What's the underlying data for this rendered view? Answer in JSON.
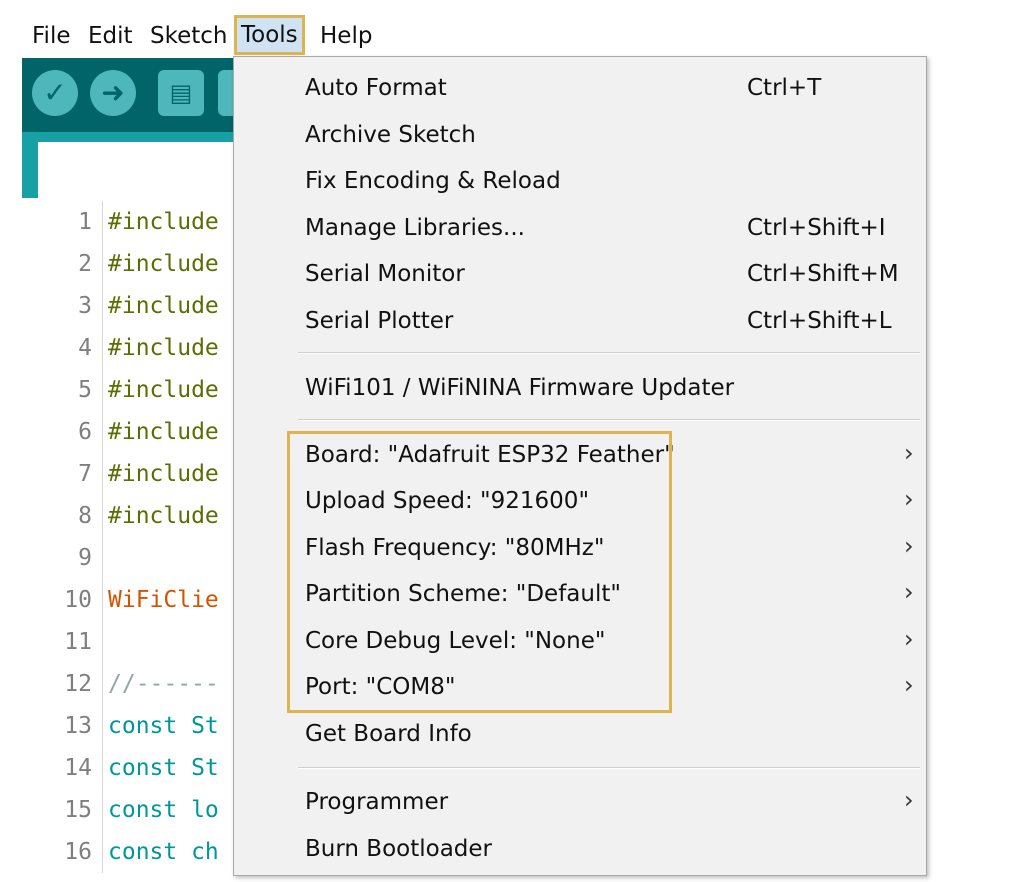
{
  "menubar": {
    "items": [
      {
        "label": "File"
      },
      {
        "label": "Edit"
      },
      {
        "label": "Sketch"
      },
      {
        "label": "Tools",
        "active": true
      },
      {
        "label": "Help"
      }
    ]
  },
  "toolbar": {
    "icons": [
      "verify-icon",
      "upload-icon",
      "new-icon"
    ]
  },
  "editor": {
    "lines": [
      {
        "num": "1",
        "text": "#include",
        "color": "#5e6d03"
      },
      {
        "num": "2",
        "text": "#include",
        "color": "#5e6d03"
      },
      {
        "num": "3",
        "text": "#include",
        "color": "#5e6d03"
      },
      {
        "num": "4",
        "text": "#include",
        "color": "#5e6d03"
      },
      {
        "num": "5",
        "text": "#include",
        "color": "#5e6d03"
      },
      {
        "num": "6",
        "text": "#include",
        "color": "#5e6d03"
      },
      {
        "num": "7",
        "text": "#include",
        "color": "#5e6d03"
      },
      {
        "num": "8",
        "text": "#include",
        "color": "#5e6d03"
      },
      {
        "num": "9",
        "text": "",
        "color": "#333333"
      },
      {
        "num": "10",
        "text": "WiFiClie",
        "color": "#d35400"
      },
      {
        "num": "11",
        "text": "",
        "color": "#333333"
      },
      {
        "num": "12",
        "text": "//------",
        "color": "#95a5a6"
      },
      {
        "num": "13",
        "text": "const St",
        "color": "#00979c"
      },
      {
        "num": "14",
        "text": "const St",
        "color": "#00979c"
      },
      {
        "num": "15",
        "text": "const lo",
        "color": "#00979c"
      },
      {
        "num": "16",
        "text": "const ch",
        "color": "#00979c"
      }
    ]
  },
  "tools_menu": {
    "items": [
      {
        "label": "Auto Format",
        "shortcut": "Ctrl+T"
      },
      {
        "label": "Archive Sketch",
        "shortcut": ""
      },
      {
        "label": "Fix Encoding & Reload",
        "shortcut": ""
      },
      {
        "label": "Manage Libraries...",
        "shortcut": "Ctrl+Shift+I"
      },
      {
        "label": "Serial Monitor",
        "shortcut": "Ctrl+Shift+M"
      },
      {
        "label": "Serial Plotter",
        "shortcut": "Ctrl+Shift+L"
      },
      {
        "label": "WiFi101 / WiFiNINA Firmware Updater",
        "shortcut": ""
      },
      {
        "label": "Board: \"Adafruit ESP32 Feather\"",
        "submenu": true
      },
      {
        "label": "Upload Speed: \"921600\"",
        "submenu": true
      },
      {
        "label": "Flash Frequency: \"80MHz\"",
        "submenu": true
      },
      {
        "label": "Partition Scheme: \"Default\"",
        "submenu": true
      },
      {
        "label": "Core Debug Level: \"None\"",
        "submenu": true
      },
      {
        "label": "Port: \"COM8\"",
        "submenu": true
      },
      {
        "label": "Get Board Info",
        "shortcut": ""
      },
      {
        "label": "Programmer",
        "submenu": true
      },
      {
        "label": "Burn Bootloader",
        "shortcut": ""
      }
    ],
    "submenu_arrow": "›"
  },
  "colors": {
    "toolbar": "#006468",
    "tab_strip": "#17a1a5",
    "highlight": "#e0b352",
    "menu_bg": "#f1f1f1"
  }
}
